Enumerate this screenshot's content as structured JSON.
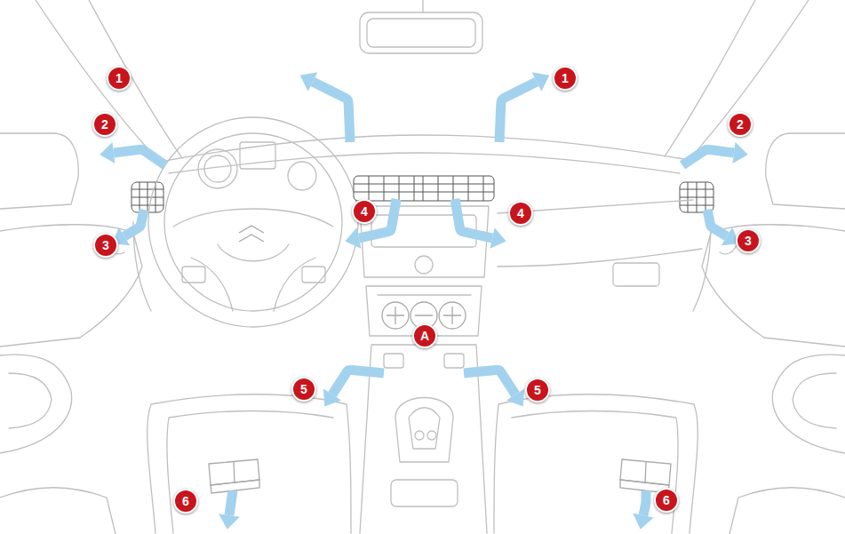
{
  "diagram": {
    "labels": [
      "1",
      "1",
      "2",
      "2",
      "3",
      "3",
      "4",
      "4",
      "A",
      "5",
      "5",
      "6",
      "6"
    ]
  }
}
